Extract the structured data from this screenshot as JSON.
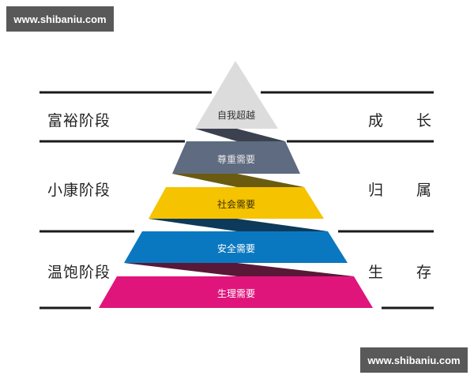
{
  "watermarks": {
    "top": "www.shibaniu.com",
    "bottom": "www.shibaniu.com"
  },
  "left_stages": [
    {
      "label": "富裕阶段"
    },
    {
      "label": "小康阶段"
    },
    {
      "label": "温饱阶段"
    }
  ],
  "right_stages": [
    {
      "char1": "成",
      "char2": "长"
    },
    {
      "char1": "归",
      "char2": "属"
    },
    {
      "char1": "生",
      "char2": "存"
    }
  ],
  "tiers": [
    {
      "label": "自我超越",
      "color": "#dcdcdc",
      "text_color": "#333333"
    },
    {
      "label": "尊重需要",
      "color": "#5e6b80",
      "text_color": "#e8e8e8"
    },
    {
      "label": "社会需要",
      "color": "#f5c300",
      "text_color": "#3a3000"
    },
    {
      "label": "安全需要",
      "color": "#0a78c0",
      "text_color": "#ffffff"
    },
    {
      "label": "生理需要",
      "color": "#e0157c",
      "text_color": "#ffffff"
    }
  ],
  "ribbon_colors": [
    "#3c4150",
    "#6a5b10",
    "#0d3a5a",
    "#5a1838"
  ]
}
